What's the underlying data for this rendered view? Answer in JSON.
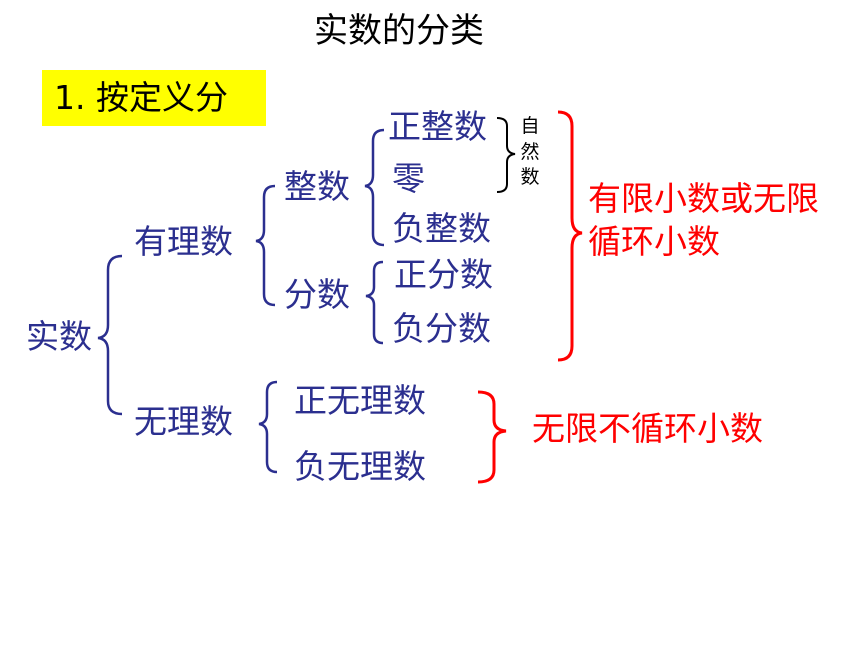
{
  "title": "实数的分类",
  "section_label": "1. 按定义分",
  "root": "实数",
  "rational": {
    "label": "有理数",
    "integer": {
      "label": "整数",
      "items": [
        "正整数",
        "零",
        "负整数"
      ],
      "natural_label": "自然数"
    },
    "fraction": {
      "label": "分数",
      "items": [
        "正分数",
        "负分数"
      ]
    },
    "note": "有限小数或无限循环小数"
  },
  "irrational": {
    "label": "无理数",
    "items": [
      "正无理数",
      "负无理数"
    ],
    "note": "无限不循环小数"
  },
  "colors": {
    "node_text": "#2b2f8f",
    "note_text": "#ff0000",
    "highlight": "#ffff00",
    "brace_blue": "#2b2f8f",
    "brace_red": "#ff0000"
  }
}
